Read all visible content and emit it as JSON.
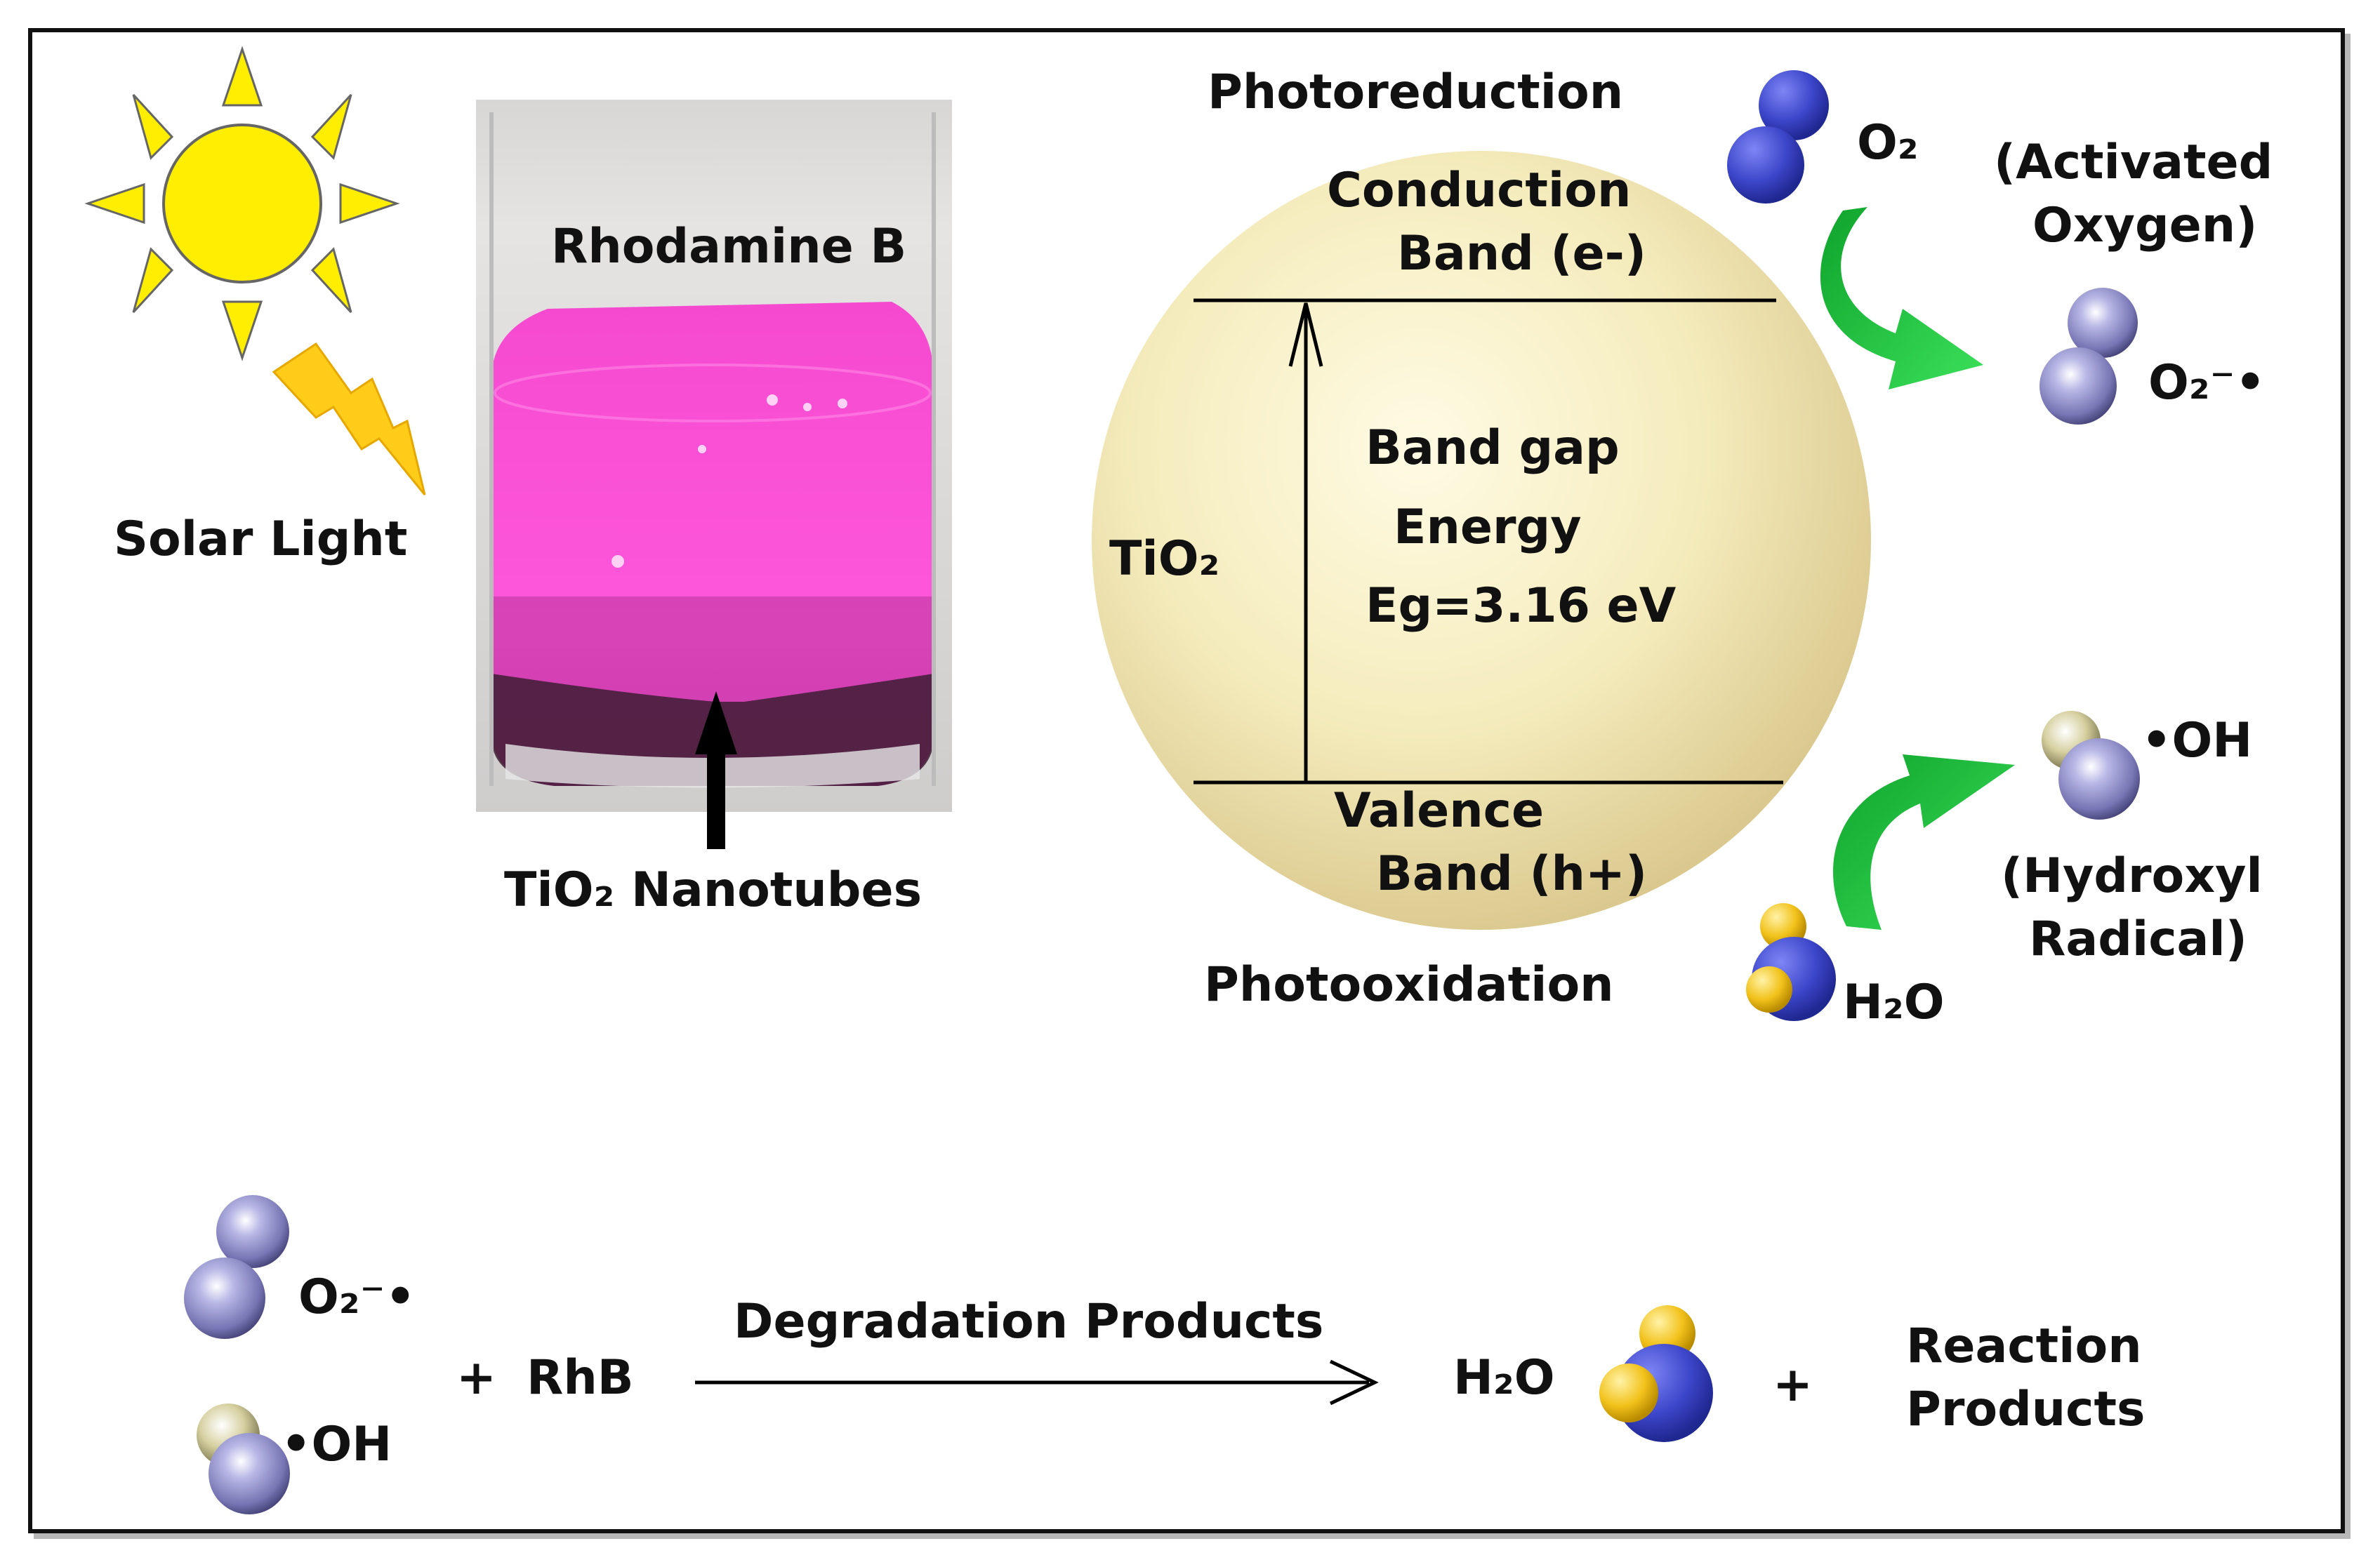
{
  "labels": {
    "solar_light": "Solar Light",
    "rhodamine_b": "Rhodamine B",
    "tio2_nanotubes": "TiO₂ Nanotubes",
    "photoreduction": "Photoreduction",
    "conduction_band_line1": "Conduction",
    "conduction_band_line2": "Band (e-)",
    "band_gap_line1": "Band gap",
    "band_gap_line2": "Energy",
    "band_gap_value": "Eg=3.16 eV",
    "tio2_sphere": "TiO₂",
    "valence_band_line1": "Valence",
    "valence_band_line2": "Band (h+)",
    "photooxidation": "Photooxidation",
    "o2": "O₂",
    "activated_oxygen_line1": "(Activated",
    "activated_oxygen_line2": "Oxygen)",
    "superoxide": "O₂⁻•",
    "hydroxyl": "•OH",
    "hydroxyl_radical_line1": "(Hydroxyl",
    "hydroxyl_radical_line2": "Radical)",
    "h2o": "H₂O"
  },
  "reaction": {
    "superoxide": "O₂⁻•",
    "hydroxyl": "•OH",
    "plus1": "+",
    "rhb": "RhB",
    "arrow_label": "Degradation Products",
    "h2o": "H₂O",
    "plus2": "+",
    "products_line1": "Reaction",
    "products_line2": "Products"
  },
  "colors": {
    "sun": "#ffee00",
    "solution": "#ff4fd8",
    "sphere": "#f3e7b0",
    "curved_arrow": "#19c23a",
    "o2_atom": "#3c46c9",
    "radical_atom": "#8a89c2",
    "hydrogen_atom": "#f2c21b"
  }
}
